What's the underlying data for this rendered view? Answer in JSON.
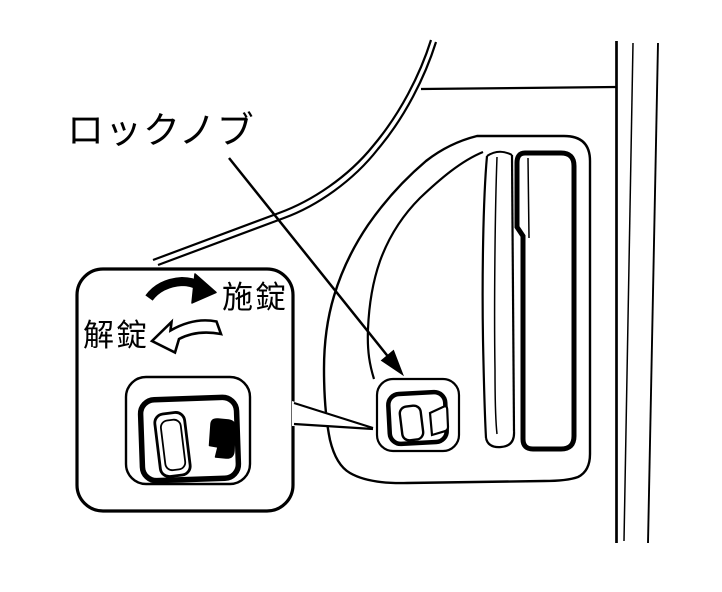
{
  "figure": {
    "labels": {
      "lock_knob": "ロックノブ",
      "lock": "施錠",
      "unlock": "解錠"
    },
    "icons": {
      "lock_direction": "solid-clockwise-curved-arrow-icon",
      "unlock_direction": "outline-counterclockwise-curved-arrow-icon",
      "callout": "diagonal-pointer-arrow-icon"
    },
    "colors": {
      "line": "#000000",
      "background": "#ffffff"
    }
  }
}
